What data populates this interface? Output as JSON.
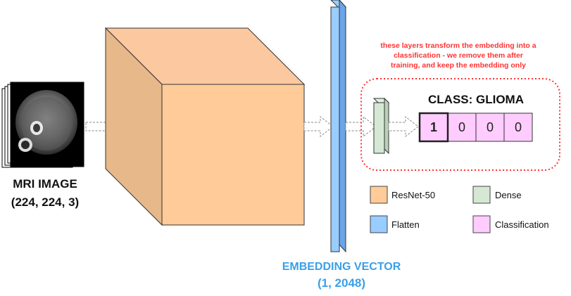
{
  "input": {
    "title": "MRI IMAGE",
    "shape": "(224, 224, 3)"
  },
  "note": {
    "lines": [
      "these layers transform the embedding into a",
      "classification - we remove them after",
      "training, and keep the embedding only"
    ]
  },
  "classification": {
    "title": "CLASS: GLIOMA",
    "vector": [
      "1",
      "0",
      "0",
      "0"
    ]
  },
  "legend": [
    {
      "label": "ResNet-50",
      "color": "#ffcc99"
    },
    {
      "label": "Dense",
      "color": "#d5e8d4"
    },
    {
      "label": "Flatten",
      "color": "#99ccff"
    },
    {
      "label": "Classification",
      "color": "#ffccff"
    }
  ],
  "embedding": {
    "title": "EMBEDDING VECTOR",
    "shape": "(1, 2048)"
  },
  "colors": {
    "resnet_front": "#ffcc99",
    "resnet_top": "#fbc8a0",
    "resnet_side": "#e6b88a",
    "flatten_front": "#99ccff",
    "flatten_side": "#6aa6e6",
    "dense_front": "#d5e8d4",
    "classification": "#ffccff",
    "note_border": "#ff3333",
    "accent_blue": "#3aa0e8"
  }
}
